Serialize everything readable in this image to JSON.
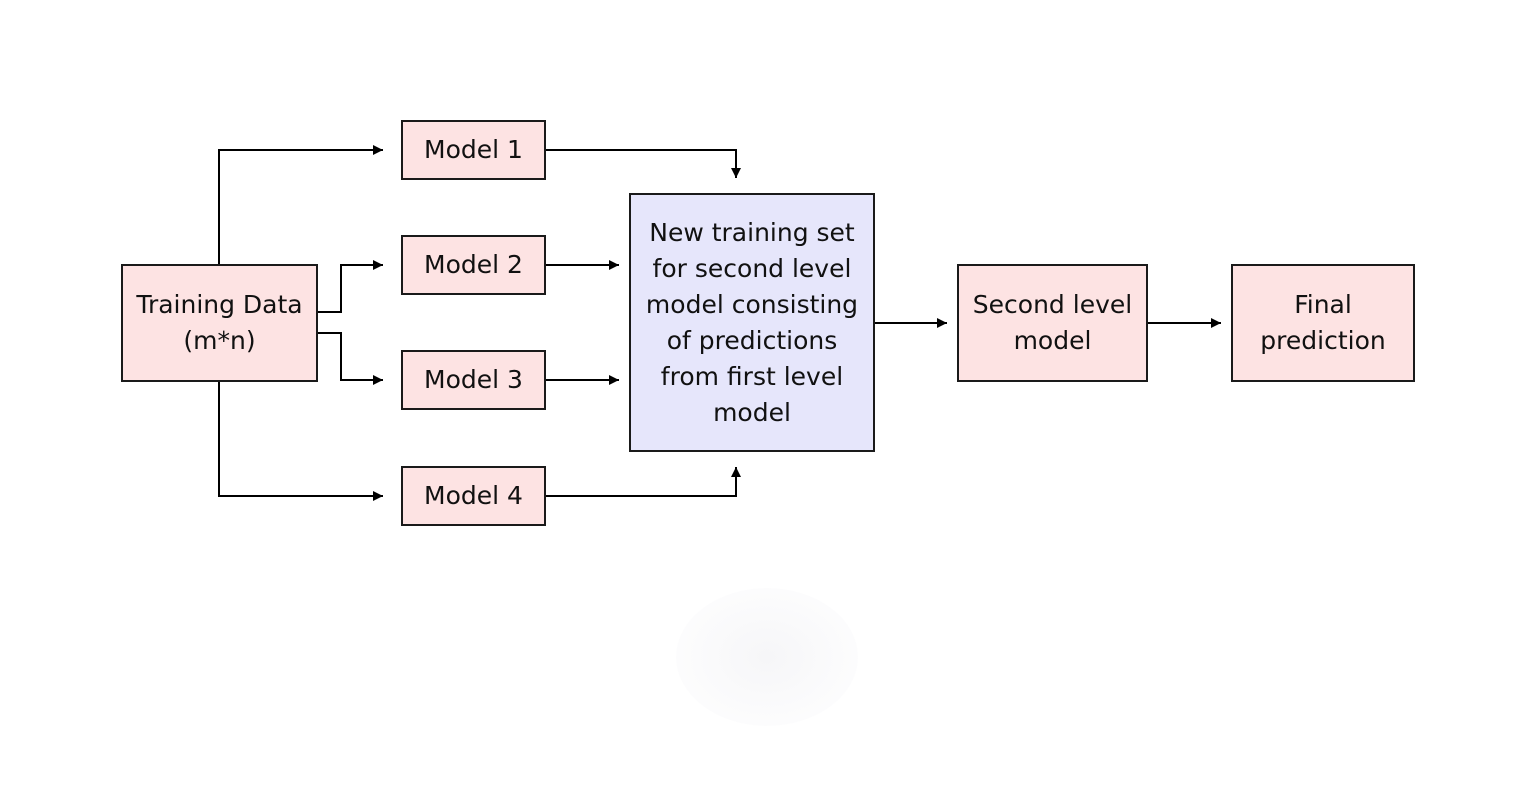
{
  "diagram": {
    "nodes": {
      "training_data": [
        "Training Data",
        "(m*n)"
      ],
      "model_1": "Model 1",
      "model_2": "Model 2",
      "model_3": "Model 3",
      "model_4": "Model 4",
      "new_training_set": [
        "New training set",
        "for second level",
        "model consisting",
        "of predictions",
        "from first level",
        "model"
      ],
      "second_level_model": [
        "Second level",
        "model"
      ],
      "final_prediction": [
        "Final",
        "prediction"
      ]
    },
    "edges": [
      {
        "from": "Training Data",
        "to": "Model 1"
      },
      {
        "from": "Training Data",
        "to": "Model 2"
      },
      {
        "from": "Training Data",
        "to": "Model 3"
      },
      {
        "from": "Training Data",
        "to": "Model 4"
      },
      {
        "from": "Model 1",
        "to": "New training set"
      },
      {
        "from": "Model 2",
        "to": "New training set"
      },
      {
        "from": "Model 3",
        "to": "New training set"
      },
      {
        "from": "Model 4",
        "to": "New training set"
      },
      {
        "from": "New training set",
        "to": "Second level model"
      },
      {
        "from": "Second level model",
        "to": "Final prediction"
      }
    ],
    "colors": {
      "model_fill": "#fde3e3",
      "combiner_fill": "#e6e6fb",
      "stroke": "#1a1a1a"
    }
  }
}
